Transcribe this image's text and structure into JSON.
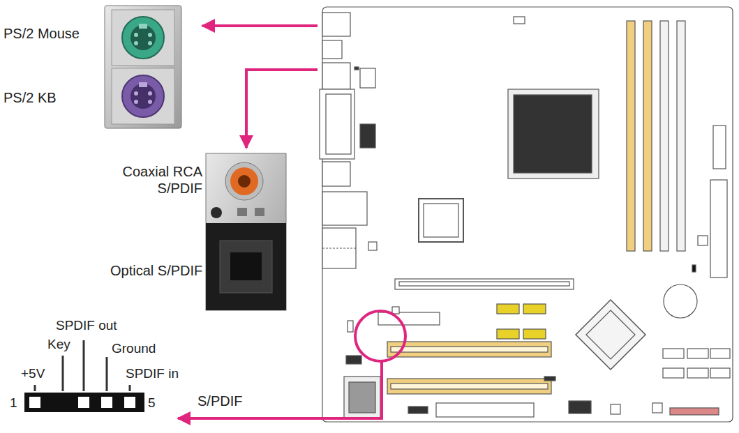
{
  "diagram": {
    "labels": [
      "PS/2 Mouse",
      "PS/2 KB",
      "Coaxial RCA S/PDIF",
      "Optical S/PDIF",
      "SPDIF out",
      "Key",
      "Ground",
      "+5V",
      "SPDIF in",
      "1",
      "5",
      "S/PDIF"
    ]
  }
}
